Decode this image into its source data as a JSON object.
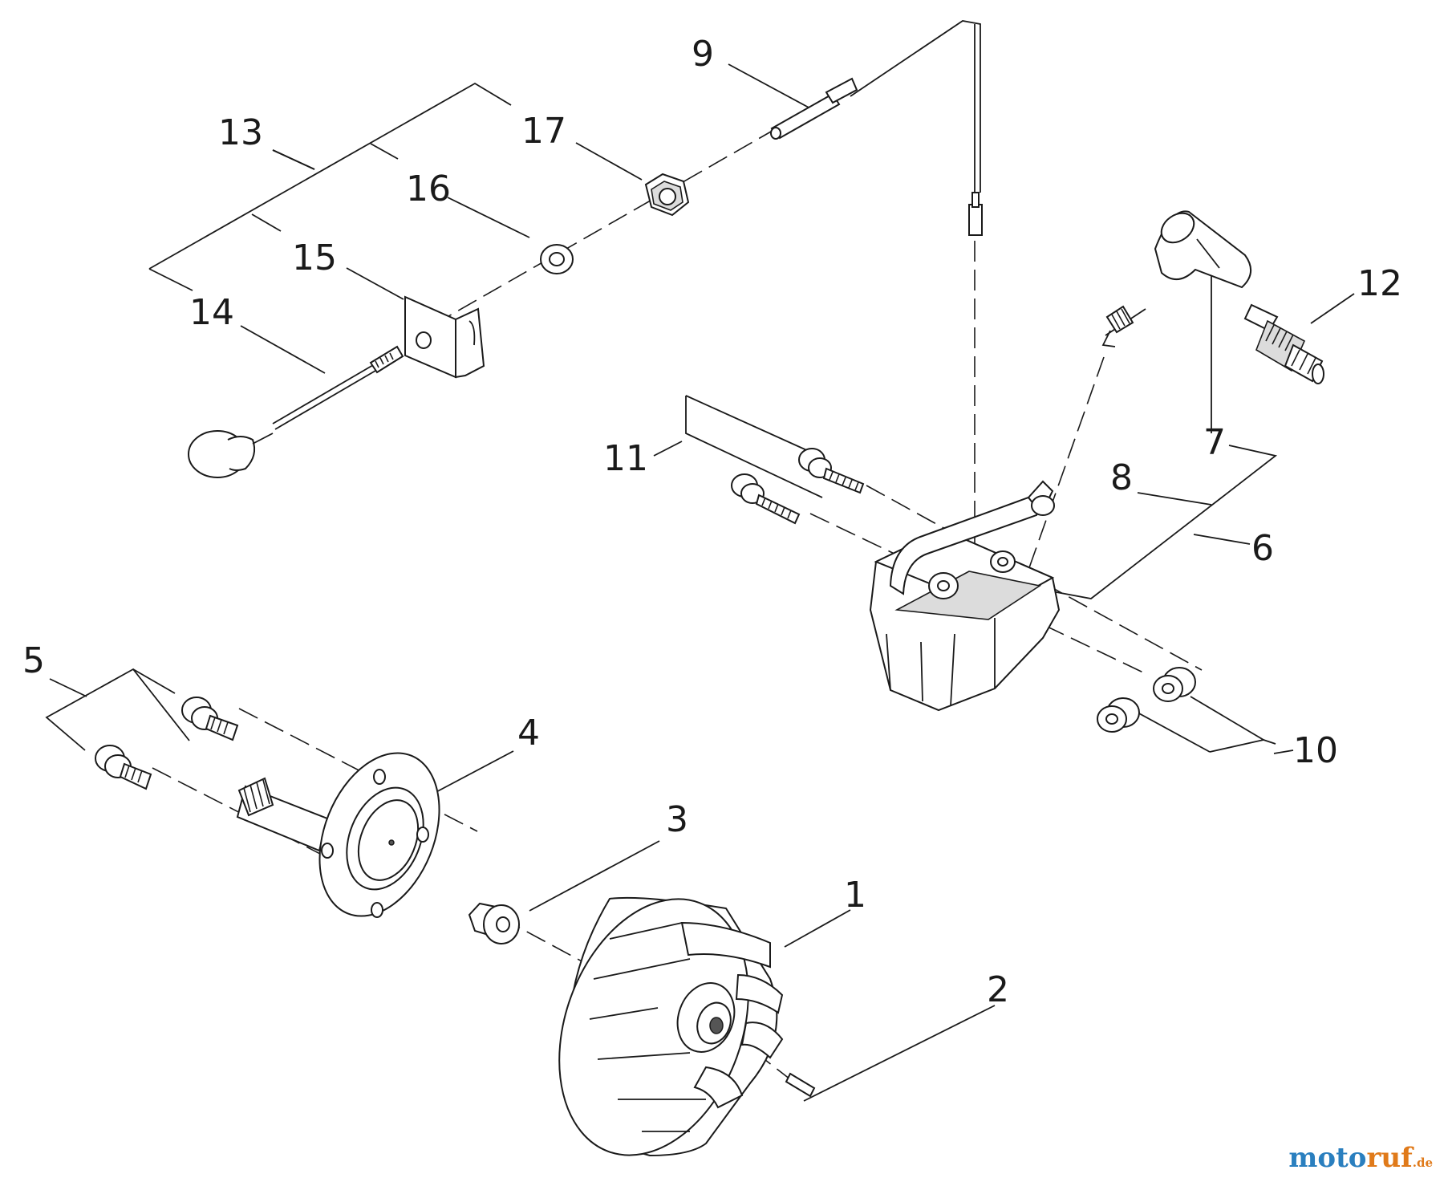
{
  "callouts": [
    "1",
    "2",
    "3",
    "4",
    "5",
    "6",
    "7",
    "8",
    "9",
    "10",
    "11",
    "12",
    "13",
    "14",
    "15",
    "16",
    "17"
  ],
  "watermark": {
    "part1": "moto",
    "part2": "ruf",
    "part3": ".de"
  }
}
